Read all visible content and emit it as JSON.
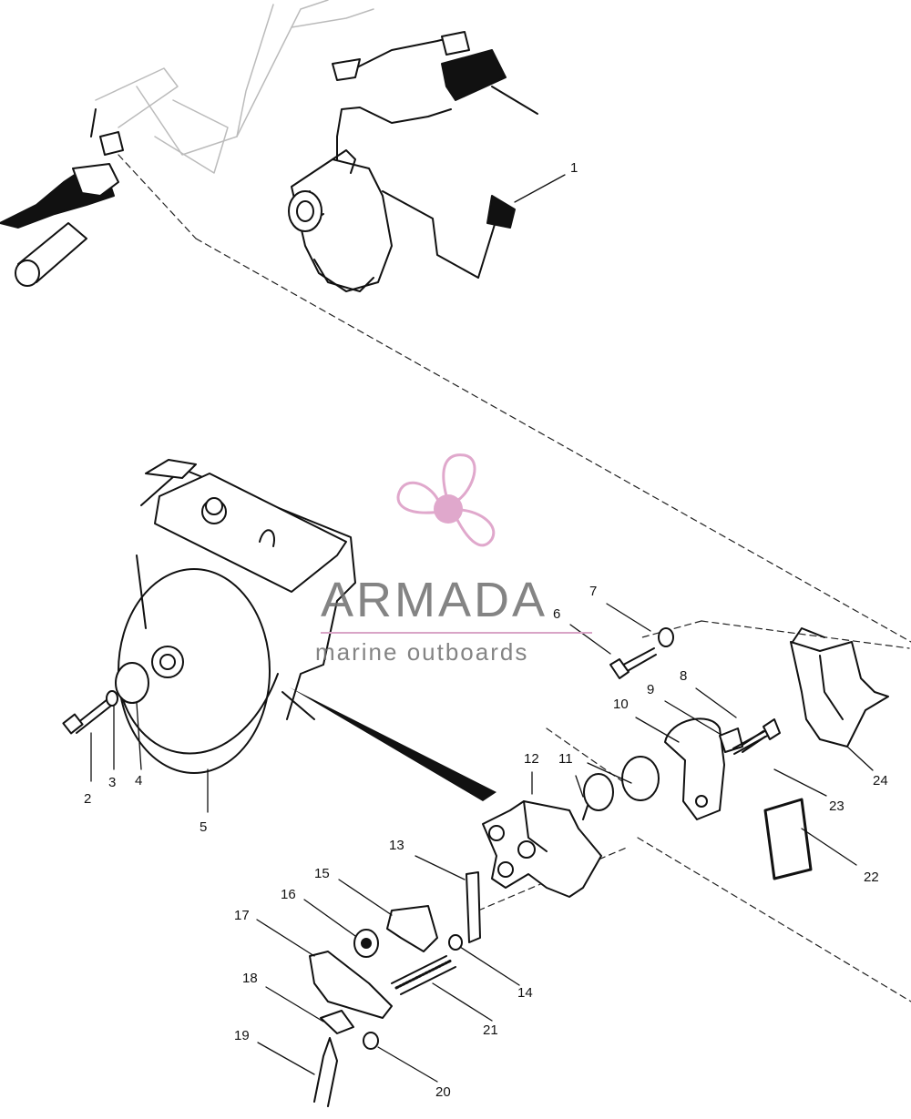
{
  "diagram": {
    "callouts": [
      {
        "id": "1",
        "text": "1"
      },
      {
        "id": "2",
        "text": "2"
      },
      {
        "id": "3",
        "text": "3"
      },
      {
        "id": "4",
        "text": "4"
      },
      {
        "id": "5",
        "text": "5"
      },
      {
        "id": "6",
        "text": "6"
      },
      {
        "id": "7",
        "text": "7"
      },
      {
        "id": "8",
        "text": "8"
      },
      {
        "id": "9",
        "text": "9"
      },
      {
        "id": "10",
        "text": "10"
      },
      {
        "id": "11",
        "text": "11"
      },
      {
        "id": "12",
        "text": "12"
      },
      {
        "id": "13",
        "text": "13"
      },
      {
        "id": "14",
        "text": "14"
      },
      {
        "id": "15",
        "text": "15"
      },
      {
        "id": "16",
        "text": "16"
      },
      {
        "id": "17",
        "text": "17"
      },
      {
        "id": "18",
        "text": "18"
      },
      {
        "id": "19",
        "text": "19"
      },
      {
        "id": "20",
        "text": "20"
      },
      {
        "id": "21",
        "text": "21"
      },
      {
        "id": "22",
        "text": "22"
      },
      {
        "id": "23",
        "text": "23"
      },
      {
        "id": "24",
        "text": "24"
      }
    ]
  },
  "watermark": {
    "brand": "ARMADA",
    "tagline": "marine outboards",
    "logo_color": "#e0a8cc",
    "text_color": "#6f6f6f"
  }
}
